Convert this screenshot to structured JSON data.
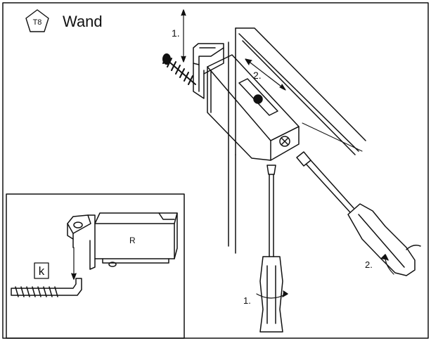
{
  "header": {
    "badge": "T8",
    "title": "Wand"
  },
  "steps": {
    "top_vertical": "1.",
    "top_horizontal": "2.",
    "screwdriver_1": "1.",
    "screwdriver_2": "2."
  },
  "inset": {
    "part_letter": "R",
    "key_label": "k"
  },
  "colors": {
    "line": "#111111",
    "background": "#ffffff"
  },
  "icons": [
    "pentagon-badge",
    "screw-icon",
    "allen-key-icon",
    "screwdriver-icon",
    "rotation-arrow-icon"
  ]
}
